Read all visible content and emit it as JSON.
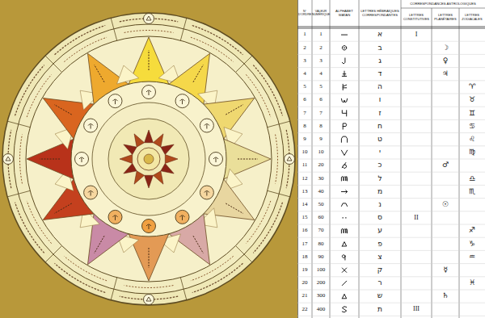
{
  "diagram": {
    "labels": [
      "N° D'ORDRE",
      "VALEUR NUMÉRIQUE",
      "ALPHABET WATAN",
      "LETTRES HÉBRAÏQUES CORRESPONDANTES",
      "CORRESPONDANCES ASTROLOGIQUES",
      "LETTRES CONSTITUTIVES",
      "LETTRES PLANÉTAIRES",
      "LETTRES ZODIACALES",
      "1",
      "1",
      "א",
      "I",
      "2",
      "2",
      "ב",
      "☽",
      "3",
      "3",
      "ג",
      "♀",
      "4",
      "4",
      "ד",
      "♃",
      "5",
      "5",
      "ה",
      "♈",
      "6",
      "6",
      "ו",
      "♉",
      "7",
      "7",
      "ז",
      "♊",
      "8",
      "8",
      "ח",
      "♋",
      "9",
      "9",
      "ט",
      "♌",
      "10",
      "10",
      "י",
      "♍",
      "11",
      "20",
      "כ",
      "♂",
      "12",
      "30",
      "ל",
      "♎",
      "13",
      "40",
      "מ",
      "♏",
      "14",
      "50",
      "נ",
      "☉",
      "15",
      "60",
      "ס",
      "II",
      "16",
      "70",
      "ע",
      "♐",
      "17",
      "80",
      "פ",
      "♑",
      "18",
      "90",
      "צ",
      "♒",
      "19",
      "100",
      "ק",
      "☿",
      "20",
      "200",
      "ר",
      "♓",
      "21",
      "300",
      "ש",
      "♄",
      "22",
      "400",
      "ת",
      "III"
    ]
  }
}
